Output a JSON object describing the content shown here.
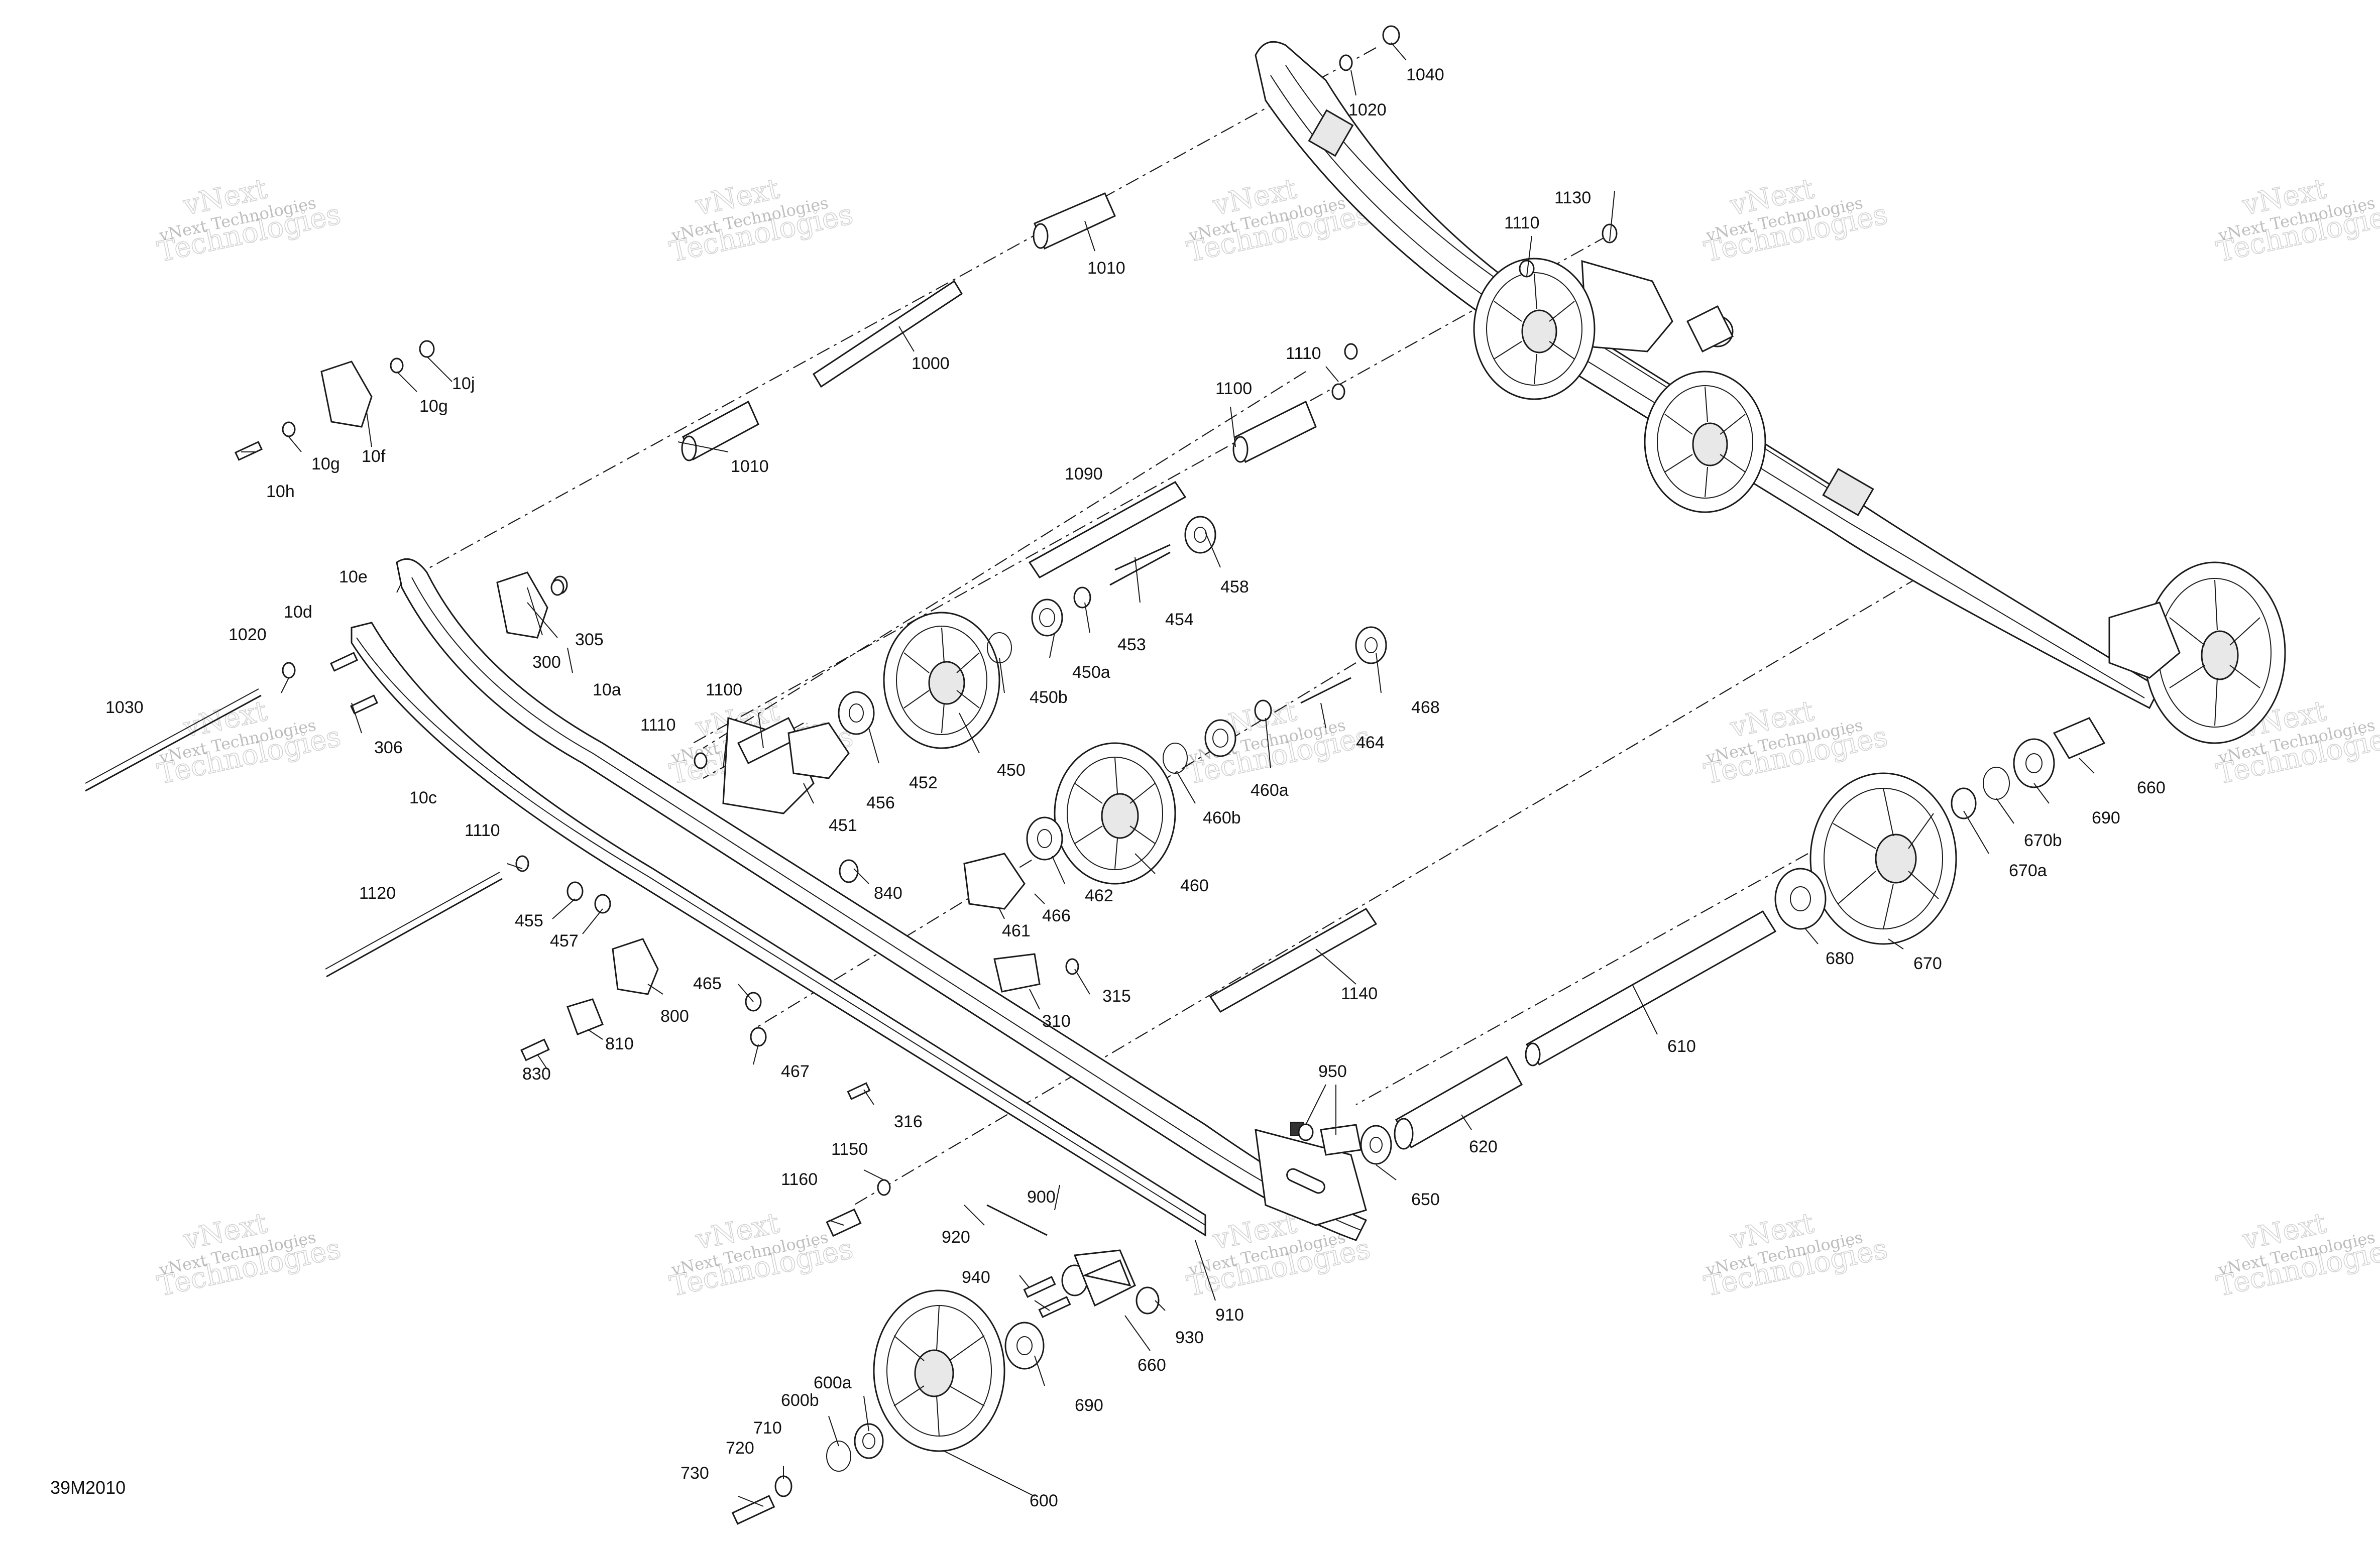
{
  "diagram": {
    "reference": "39M2010",
    "watermark": {
      "line1": "vNext Technologies",
      "line2": "vNext",
      "line3": "Technologies"
    },
    "parts": [
      "1040",
      "1020",
      "1010",
      "1000",
      "1010",
      "1130",
      "1110",
      "1110",
      "1100",
      "10j",
      "10g",
      "10g",
      "10f",
      "10h",
      "1090",
      "458",
      "454",
      "453",
      "450a",
      "450b",
      "450",
      "468",
      "464",
      "460a",
      "460b",
      "460",
      "462",
      "466",
      "461",
      "10e",
      "10d",
      "1020",
      "10a",
      "1110",
      "1100",
      "456",
      "452",
      "451",
      "840",
      "305",
      "300",
      "306",
      "1030",
      "10c",
      "1110",
      "1120",
      "455",
      "457",
      "800",
      "810",
      "830",
      "465",
      "467",
      "310",
      "315",
      "1140",
      "610",
      "670",
      "680",
      "670a",
      "670b",
      "690",
      "660",
      "950",
      "620",
      "650",
      "316",
      "1150",
      "1160",
      "900",
      "920",
      "940",
      "910",
      "930",
      "660",
      "690",
      "600a",
      "600b",
      "710",
      "720",
      "730",
      "600"
    ]
  }
}
